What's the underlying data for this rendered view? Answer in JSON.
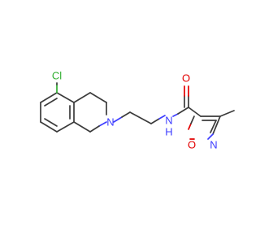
{
  "molecule": {
    "atoms": {
      "cl": "Cl",
      "n_ring": "N",
      "n_amide": "N",
      "h_amide": "H",
      "o_carbonyl": "O",
      "o_ring": "O",
      "n_isoxazole": "N"
    },
    "colors": {
      "bond": "#3b3b3b",
      "chlorine": "#2fae2f",
      "nitrogen": "#3c3cff",
      "oxygen": "#e30000"
    }
  }
}
